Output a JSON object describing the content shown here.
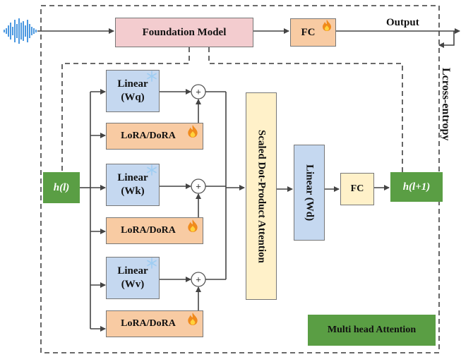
{
  "diagram": {
    "foundation_model": "Foundation Model",
    "fc_top": "FC",
    "output": "Output",
    "loss": "Lcross-entropy",
    "h_in": "h(l)",
    "linear_q": {
      "line1": "Linear",
      "line2": "(Wq)"
    },
    "linear_k": {
      "line1": "Linear",
      "line2": "(Wk)"
    },
    "linear_v": {
      "line1": "Linear",
      "line2": "(Wv)"
    },
    "lora_q": "LoRA/DoRA",
    "lora_k": "LoRA/DoRA",
    "lora_v": "LoRA/DoRA",
    "sdpa": "Scaled Dot-Product Attention",
    "linear_wd": "Linear (Wd)",
    "fc_mid": "FC",
    "h_out": "h(l+1)",
    "mha": "Multi head Attention"
  },
  "icons": {
    "trainable": "fire-icon",
    "frozen": "snowflake-icon",
    "audio": "waveform-icon",
    "add": "plus-circle-icon"
  },
  "colors": {
    "foundation": "#f3cccf",
    "trainable": "#f8cba3",
    "frozen": "#c5d8f0",
    "attention": "#fff1c9",
    "state": "#5a9e44",
    "waveform": "#1e7fd8"
  }
}
